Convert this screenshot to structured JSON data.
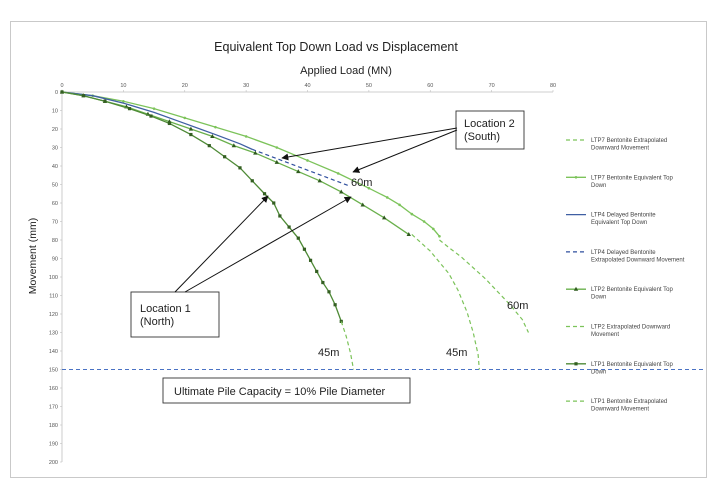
{
  "chart_data": {
    "type": "line",
    "title": "Equivalent Top Down Load vs Displacement",
    "xlabel": "Applied Load (MN)",
    "ylabel": "Movement (mm)",
    "xlim": [
      0,
      80
    ],
    "ylim": [
      0,
      200
    ],
    "x_ticks": [
      "0",
      "10",
      "20",
      "30",
      "40",
      "50",
      "60",
      "70",
      "80"
    ],
    "y_ticks": [
      "0",
      "10",
      "20",
      "30",
      "40",
      "50",
      "60",
      "70",
      "80",
      "90",
      "100",
      "110",
      "120",
      "130",
      "140",
      "150",
      "160",
      "170",
      "180",
      "190",
      "200"
    ],
    "y_inverted": true,
    "x_axis_position": "top",
    "grid": false,
    "legend_position": "right",
    "series": [
      {
        "name": "LTP7 Bentonite Extrapolated Downward Movement",
        "style": "dashed",
        "marker": "none",
        "color": "#7cc35a",
        "x": [
          61.5,
          63,
          65,
          67,
          69,
          71,
          73,
          75,
          76
        ],
        "y": [
          80,
          84,
          89,
          95,
          101,
          108,
          115,
          123,
          130
        ]
      },
      {
        "name": "LTP7 Bentonite Equivalent Top Down",
        "style": "solid",
        "marker": "dot",
        "color": "#7cc35a",
        "x": [
          0,
          5,
          10,
          15,
          20,
          25,
          30,
          35,
          40,
          45,
          50,
          53,
          55,
          57,
          59,
          60.5,
          61.5
        ],
        "y": [
          0,
          2,
          5,
          9,
          14,
          19,
          24,
          30,
          37,
          44,
          52,
          57,
          61,
          66,
          70,
          74,
          78
        ]
      },
      {
        "name": "LTP4 Delayed Bentonite Equivalent Top Down",
        "style": "solid",
        "marker": "none",
        "color": "#3f5fa3",
        "x": [
          0,
          5,
          10,
          15,
          20,
          25,
          29,
          31
        ],
        "y": [
          0,
          2,
          6,
          11,
          17,
          23,
          28,
          31
        ]
      },
      {
        "name": "LTP4 Delayed Bentonite Extrapolated Downward Movement",
        "style": "dashed",
        "marker": "none",
        "color": "#2f4f9e",
        "x": [
          31,
          35,
          39,
          43,
          47
        ],
        "y": [
          31,
          36,
          41,
          46,
          51
        ]
      },
      {
        "name": "LTP2 Bentonite Equivalent Top Down",
        "style": "solid",
        "marker": "triangle",
        "color": "#6ab04c",
        "x": [
          0,
          3.5,
          7,
          10.5,
          14,
          17.5,
          21,
          24.5,
          28,
          31.5,
          35,
          38.5,
          42,
          45.5,
          49,
          52.5,
          56.5
        ],
        "y": [
          0,
          2,
          5,
          8,
          12,
          16,
          20,
          24,
          29,
          33,
          38,
          43,
          48,
          54,
          61,
          68,
          77
        ]
      },
      {
        "name": "LTP2 Extrapolated Downward Movement",
        "style": "dashed",
        "marker": "none",
        "color": "#7cc35a",
        "x": [
          57,
          60,
          63,
          64.5,
          66,
          67,
          67.8,
          68
        ],
        "y": [
          77,
          86,
          98,
          107,
          119,
          130,
          142,
          150
        ]
      },
      {
        "name": "LTP1 Bentonite Equivalent Top Down",
        "style": "solid",
        "marker": "square",
        "color": "#4e8a36",
        "x": [
          0,
          3.5,
          7,
          11,
          14.5,
          17.5,
          21,
          24,
          26.5,
          29,
          31,
          33,
          34.5,
          35.5,
          37,
          38.5,
          39.5,
          40.5,
          41.5,
          42.5,
          43.5,
          44.5,
          45.5
        ],
        "y": [
          0,
          2,
          5,
          9,
          13,
          17,
          23,
          29,
          35,
          41,
          48,
          55,
          60,
          67,
          73,
          79,
          85,
          91,
          97,
          103,
          108,
          115,
          124
        ]
      },
      {
        "name": "LTP1 Bentonite Extrapolated Downward Movement",
        "style": "dashed",
        "marker": "none",
        "color": "#7cc35a",
        "x": [
          45.5,
          46.3,
          47,
          47.5
        ],
        "y": [
          124,
          132,
          141,
          150
        ]
      }
    ],
    "reference_line": {
      "y": 150,
      "style": "dashed",
      "color": "#4a72c4"
    },
    "annotations": {
      "location2": [
        "Location 2",
        "(South)"
      ],
      "location1": [
        "Location 1",
        "(North)"
      ],
      "capacity": "Ultimate Pile Capacity = 10% Pile Diameter",
      "depth_60_top": "60m",
      "depth_60_right": "60m",
      "depth_45_left": "45m",
      "depth_45_right": "45m"
    }
  }
}
